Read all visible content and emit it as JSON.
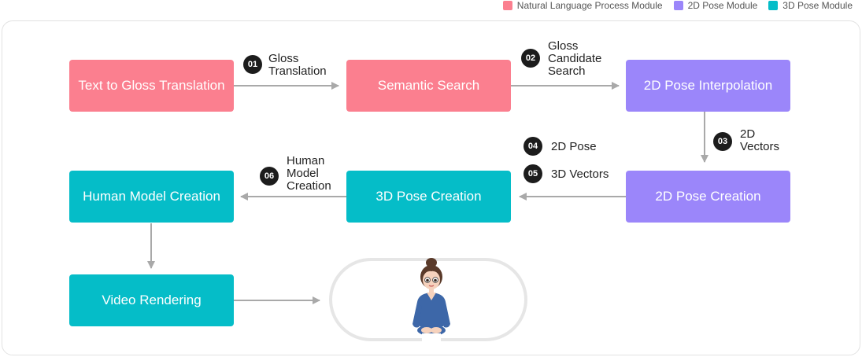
{
  "legend": {
    "items": [
      {
        "label": "Natural Language Process Module",
        "color": "#fb7f8f"
      },
      {
        "label": "2D Pose Module",
        "color": "#9b86fa"
      },
      {
        "label": "3D Pose Module",
        "color": "#05bdc8"
      }
    ]
  },
  "nodes": {
    "text_to_gloss": "Text to Gloss Translation",
    "semantic_search": "Semantic Search",
    "pose2d_interp": "2D Pose Interpolation",
    "pose2d_creation": "2D Pose Creation",
    "pose3d_creation": "3D Pose Creation",
    "human_model": "Human Model Creation",
    "video_render": "Video Rendering"
  },
  "steps": [
    {
      "num": "01",
      "label": "Gloss\nTranslation"
    },
    {
      "num": "02",
      "label": "Gloss\nCandidate\nSearch"
    },
    {
      "num": "03",
      "label": "2D\nVectors"
    },
    {
      "num": "04",
      "label": "2D Pose"
    },
    {
      "num": "05",
      "label": "3D Vectors"
    },
    {
      "num": "06",
      "label": "Human\nModel\nCreation"
    }
  ],
  "colors": {
    "nlp": "#fb7f8f",
    "pose2d": "#9b86fa",
    "pose3d": "#05bdc8",
    "arrow": "#a9a9a9"
  },
  "icons": {
    "output": "avatar-figure-icon"
  }
}
